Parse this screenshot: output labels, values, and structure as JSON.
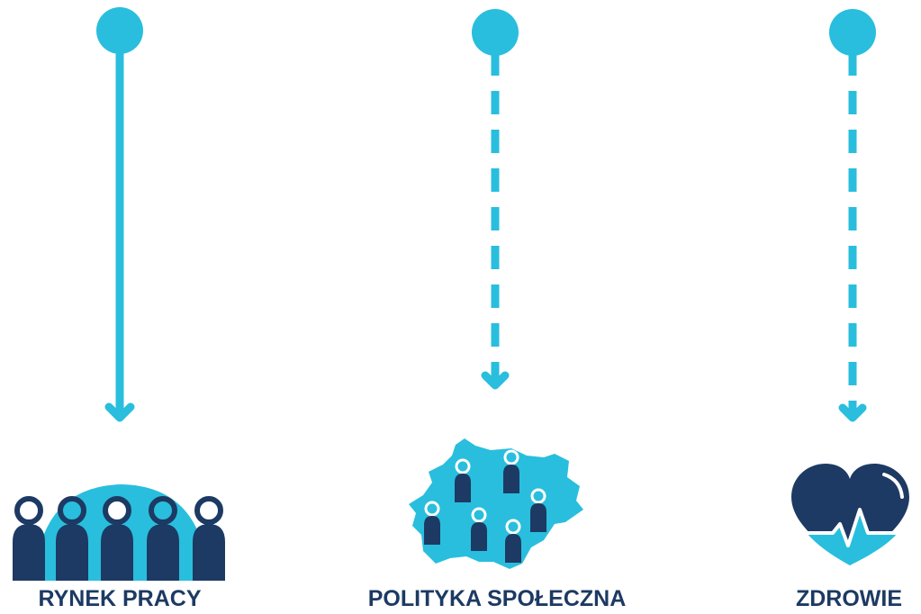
{
  "colors": {
    "accent": "#29bedd",
    "dark": "#1c3a63",
    "white": "#ffffff"
  },
  "columns": [
    {
      "id": "rynek-pracy",
      "label": "RYNEK PRACY",
      "icon": "people-group-icon",
      "connector": "solid"
    },
    {
      "id": "polityka-spoleczna",
      "label": "POLITYKA SPOŁECZNA",
      "icon": "region-map-people-icon",
      "connector": "dashed"
    },
    {
      "id": "zdrowie",
      "label": "ZDROWIE",
      "icon": "heart-pulse-icon",
      "connector": "dashed"
    }
  ]
}
